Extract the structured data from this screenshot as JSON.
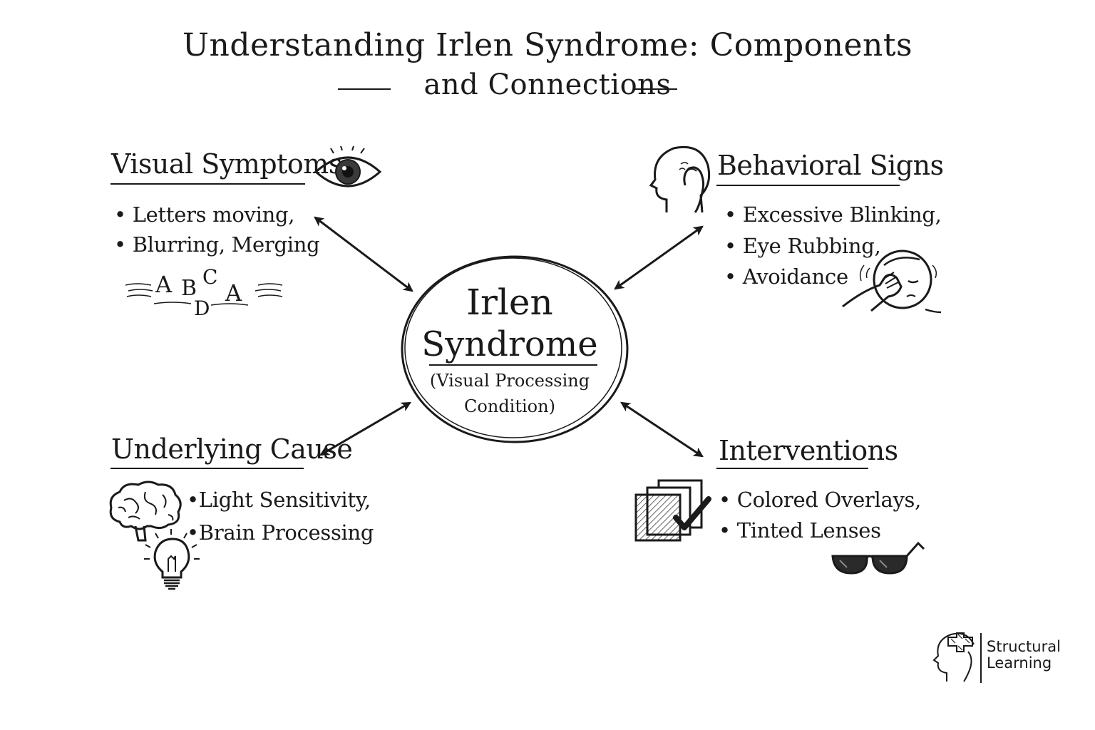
{
  "title": {
    "line1": "Understanding Irlen Syndrome: Components",
    "line2": "and Connections"
  },
  "center": {
    "name_line1": "Irlen",
    "name_line2": "Syndrome",
    "sub_line1": "(Visual Processing",
    "sub_line2": "Condition)"
  },
  "visual_symptoms": {
    "heading": "Visual Symptoms",
    "bullets": [
      "• Letters moving,",
      "• Blurring, Merging"
    ],
    "letters": [
      "A",
      "B",
      "C",
      "D",
      "A"
    ]
  },
  "behavioral_signs": {
    "heading": "Behavioral Signs",
    "bullets": [
      "• Excessive Blinking,",
      "• Eye Rubbing,",
      "• Avoidance"
    ]
  },
  "underlying_cause": {
    "heading": "Underlying Cause",
    "bullets": [
      "•Light Sensitivity,",
      "•Brain Processing"
    ]
  },
  "interventions": {
    "heading": "Interventions",
    "bullets": [
      "• Colored Overlays,",
      "• Tinted Lenses"
    ]
  },
  "brand": {
    "line1": "Structural",
    "line2": "Learning"
  },
  "icons": [
    "eye-icon",
    "head-profile-icon",
    "rubbing-eyes-face-icon",
    "brain-icon",
    "lightbulb-icon",
    "overlays-checkmark-icon",
    "sunglasses-icon",
    "brand-logo-icon"
  ],
  "colors": {
    "ink": "#1a1a1a",
    "background": "#ffffff"
  }
}
